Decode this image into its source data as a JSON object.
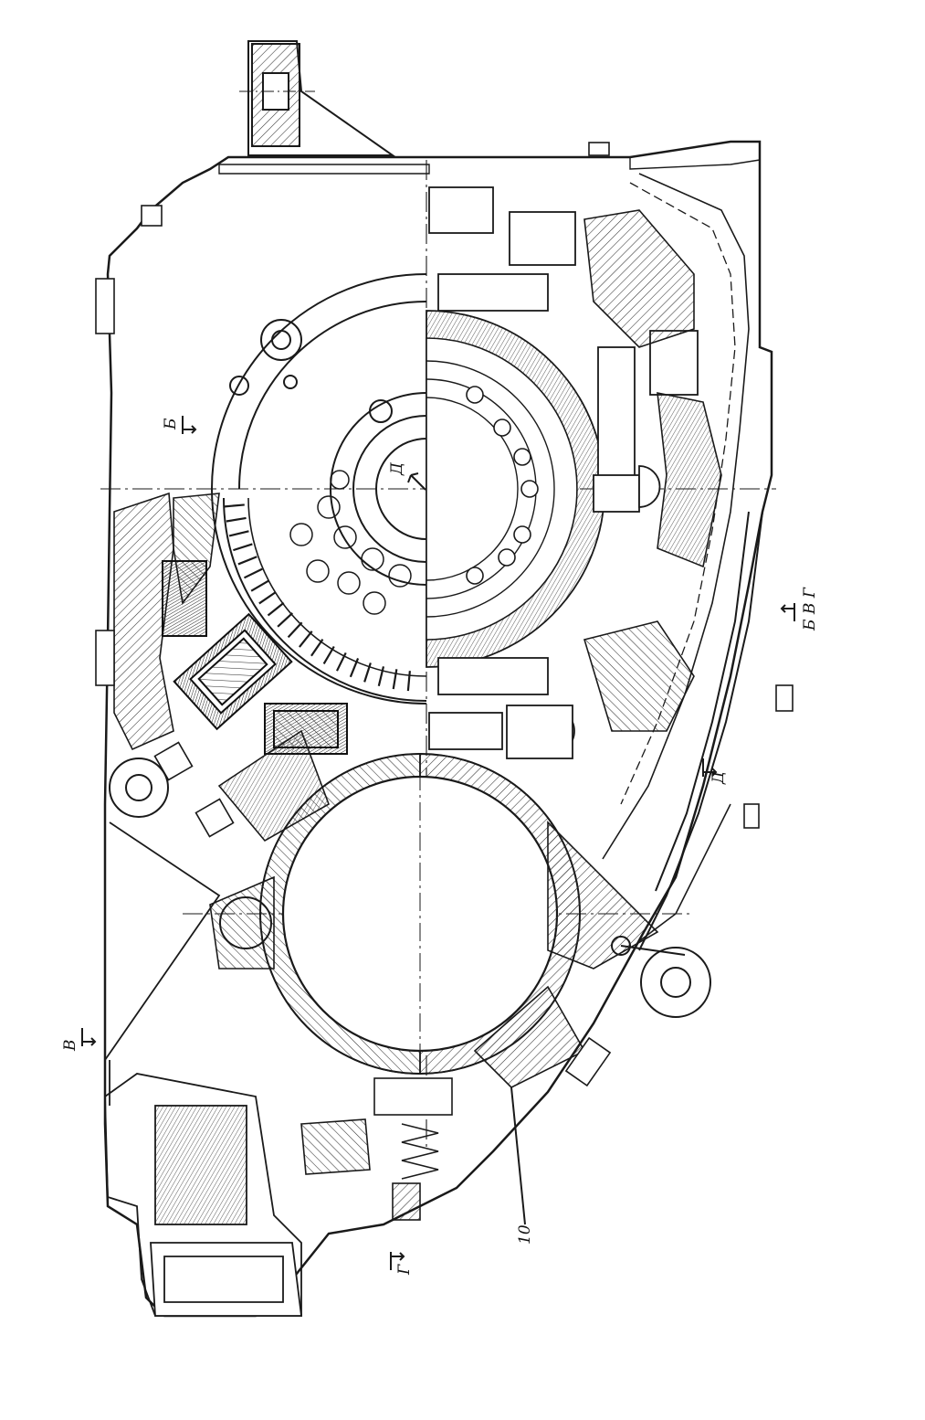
{
  "drawing": {
    "section_labels": {
      "b_left": "Б",
      "d_center": "Д",
      "v_left": "В",
      "bvg_right": "Б В Г",
      "d_right": "Д",
      "g_bottom": "Г",
      "callout_10": "10"
    }
  },
  "colors": {
    "ink": "#1a1a1a",
    "paper": "#ffffff",
    "hatch": "#333333",
    "dark_fill": "#2a2a2a"
  }
}
